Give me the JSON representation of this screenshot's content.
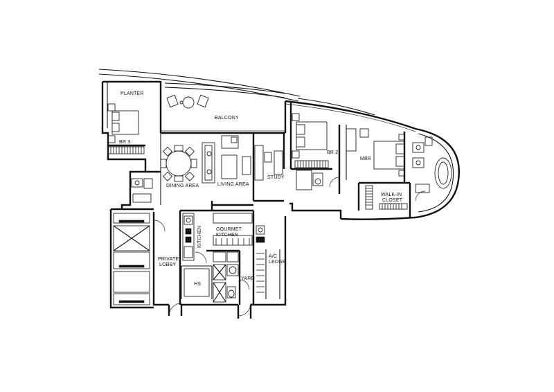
{
  "rooms": {
    "planter": "PLANTER",
    "balcony": "BALCONY",
    "br3": "BR 3",
    "br2": "BR 2",
    "mbr": "MBR",
    "walkin_line1": "WALK-IN",
    "walkin_line2": "CLOSET",
    "dining": "DINING AREA",
    "living": "LIVING AREA",
    "study": "STUDY",
    "gourmet_line1": "GOURMET",
    "gourmet_line2": "KITCHEN",
    "kitchen": "KITCHEN",
    "private_lobby_line1": "PRIVATE",
    "private_lobby_line2": "LOBBY",
    "hs": "HS",
    "yard": "YARD",
    "ac_ledge_line1": "A/C",
    "ac_ledge_line2": "LEDGE"
  }
}
